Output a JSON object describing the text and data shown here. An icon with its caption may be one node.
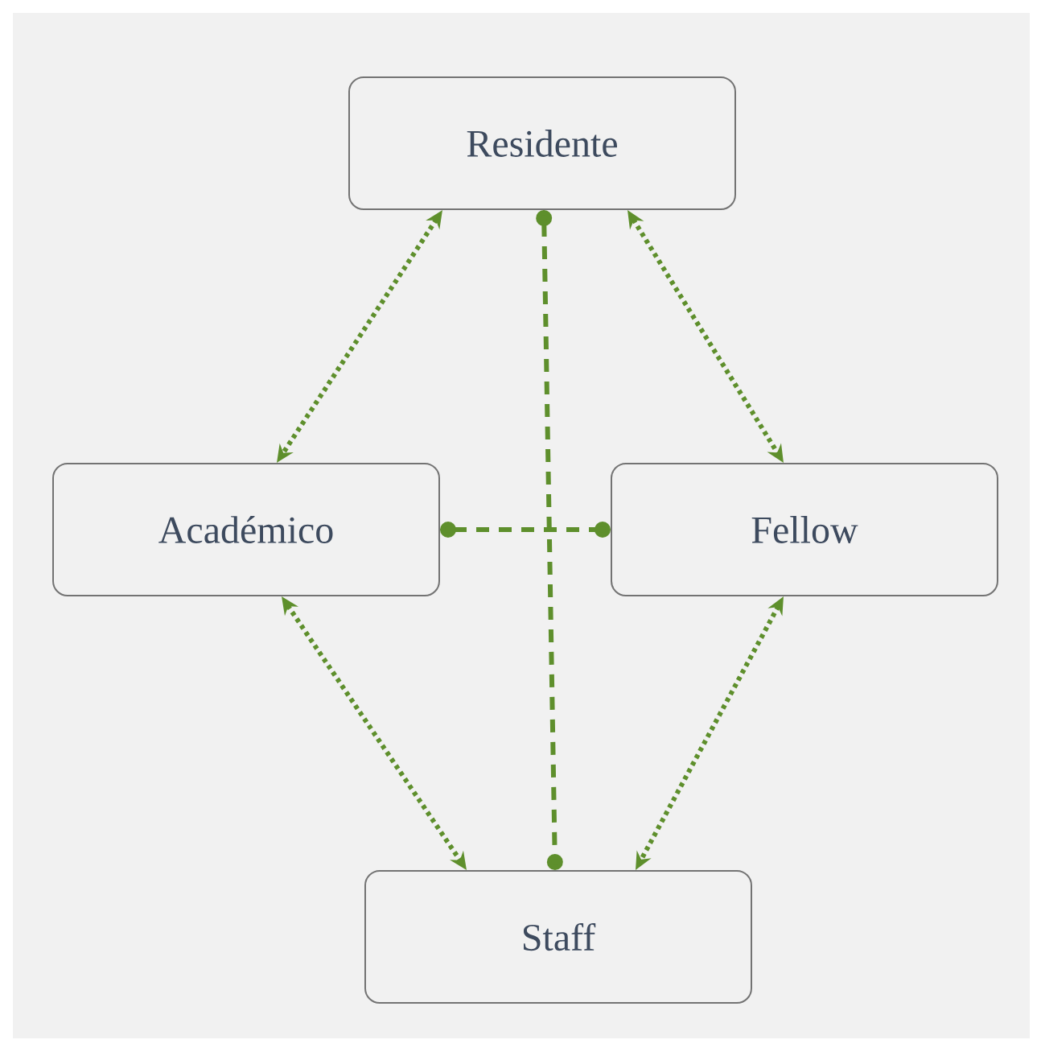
{
  "diagram": {
    "nodes": [
      {
        "text": [
          "Residente"
        ]
      },
      {
        "text": [
          "Académico"
        ]
      },
      {
        "text": [
          "Fellow"
        ]
      },
      {
        "text": [
          "Staff"
        ]
      }
    ],
    "edges": [
      {
        "from": 0,
        "to": 1,
        "arrow": "both"
      },
      {
        "from": 0,
        "to": 2,
        "arrow": "both"
      },
      {
        "from": 1,
        "to": 3,
        "arrow": "both"
      },
      {
        "from": 2,
        "to": 3,
        "arrow": "both"
      },
      {
        "from": 0,
        "to": 3,
        "arrow": "other",
        "style": "dashed"
      },
      {
        "from": 1,
        "to": 2,
        "arrow": "other",
        "style": "dashed"
      }
    ]
  }
}
